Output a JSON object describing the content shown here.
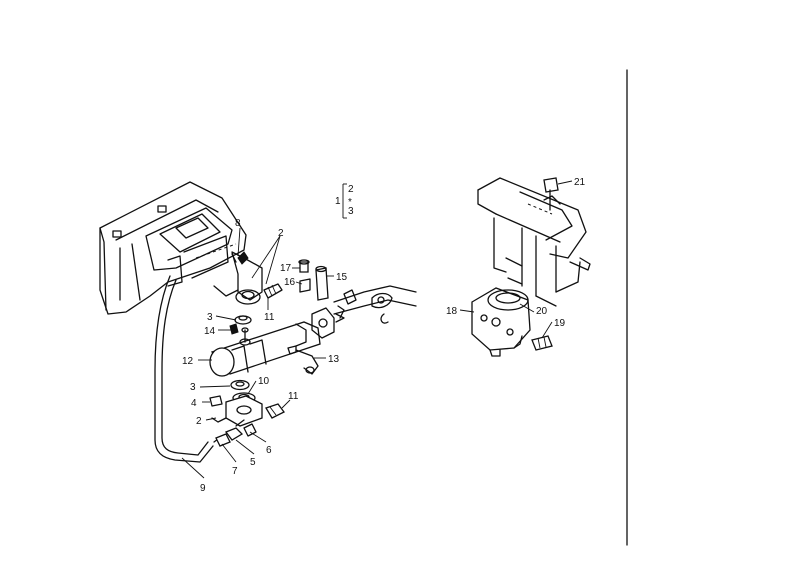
{
  "diagram": {
    "group_bracket": {
      "number": "1",
      "items": [
        "2",
        "*",
        "3"
      ]
    },
    "callouts": {
      "c2a": "2",
      "c2b": "2",
      "c3a": "3",
      "c3b": "3",
      "c4": "4",
      "c5": "5",
      "c6": "6",
      "c7": "7",
      "c8": "8",
      "c9": "9",
      "c10": "10",
      "c11a": "11",
      "c11b": "11",
      "c12": "12",
      "c13": "13",
      "c14": "14",
      "c15": "15",
      "c16": "16",
      "c17": "17",
      "c18": "18",
      "c19": "19",
      "c20": "20",
      "c21": "21"
    }
  }
}
